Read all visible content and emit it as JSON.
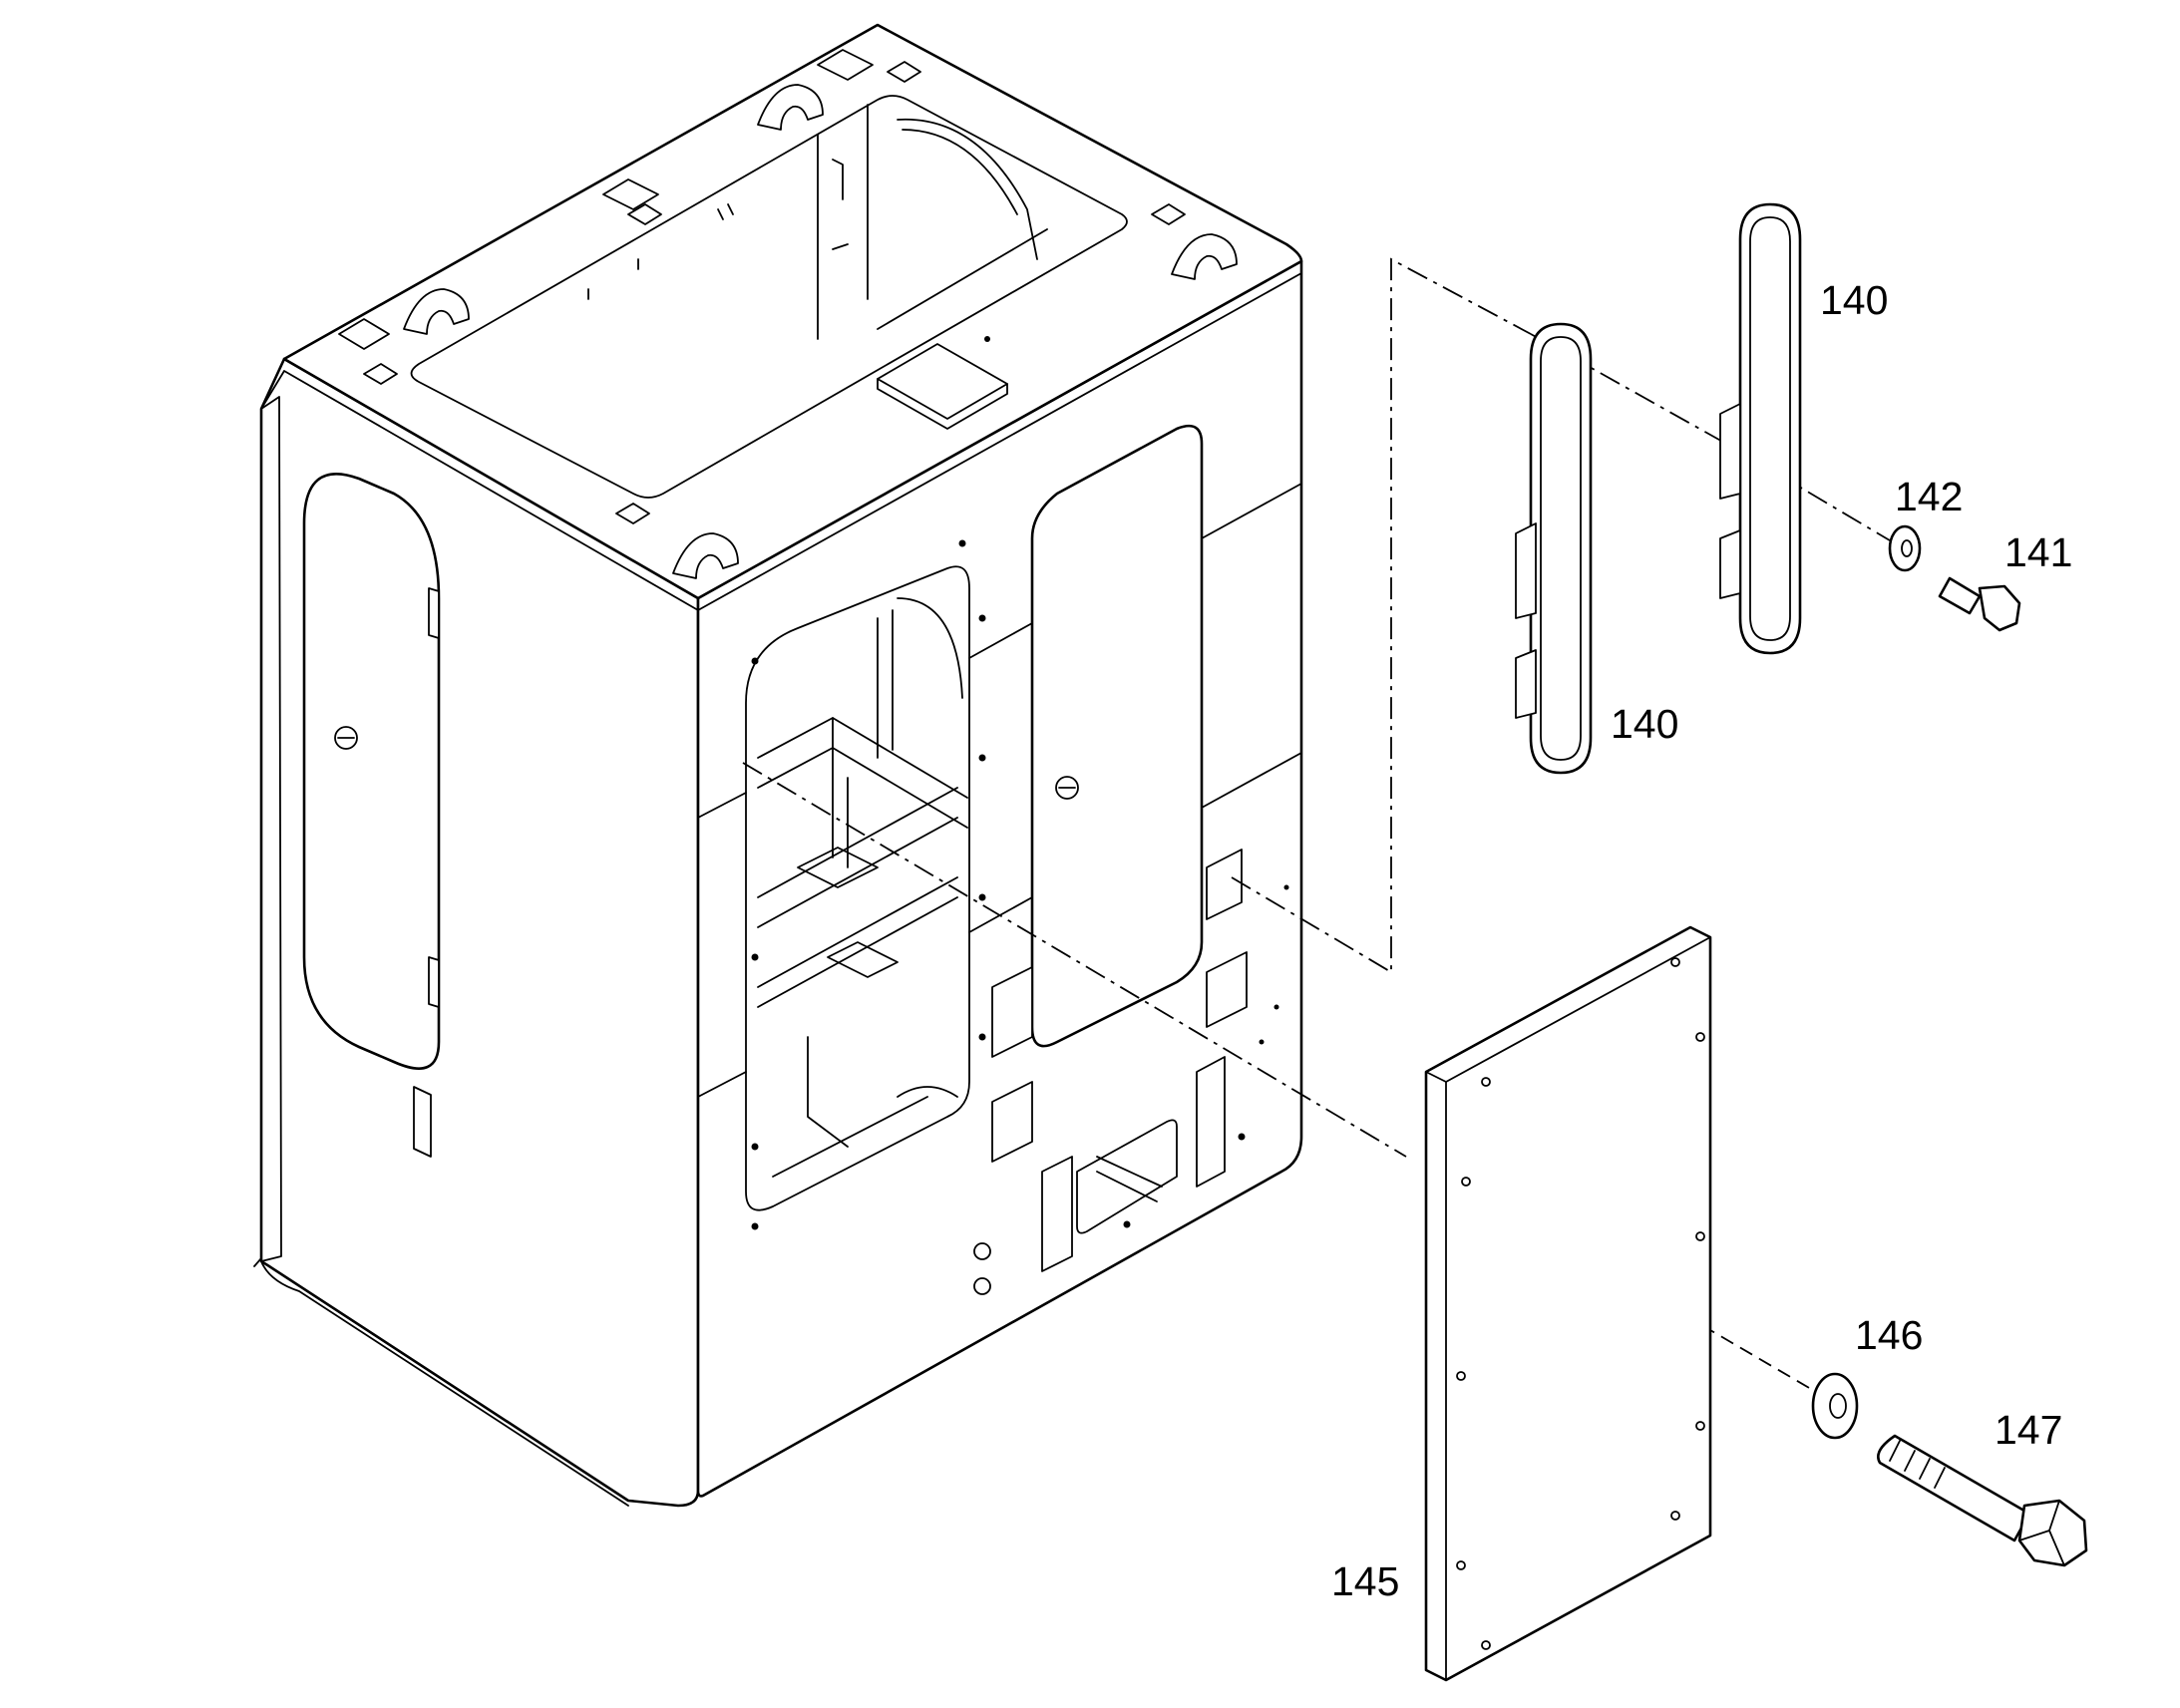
{
  "callouts": {
    "handle_upper": "140",
    "handle_lower": "140",
    "washer_small": "142",
    "bolt_small": "141",
    "washer_large": "146",
    "bolt_large": "147",
    "side_panel": "145"
  }
}
